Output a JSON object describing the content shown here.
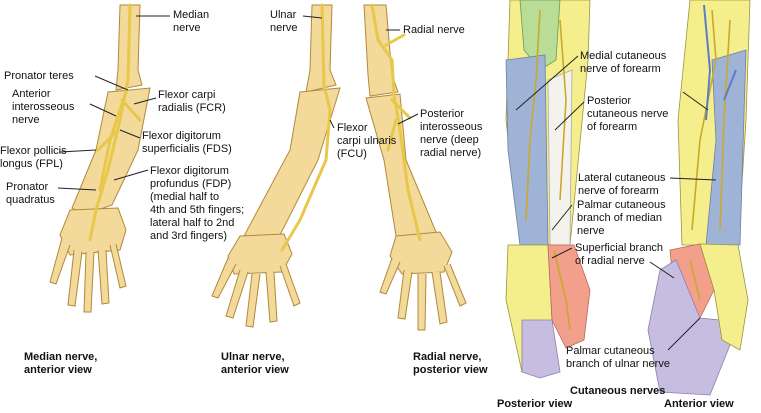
{
  "labels": {
    "median_nerve": "Median\nnerve",
    "pronator_teres": "Pronator teres",
    "anterior_interosseous": "Anterior\ninterosseous\nnerve",
    "fcr": "Flexor carpi\nradialis (FCR)",
    "fds": "Flexor digitorum\nsuperficialis (FDS)",
    "fpl": "Flexor pollicis\nlongus (FPL)",
    "pronator_quadratus": "Pronator\nquadratus",
    "fdp": "Flexor digitorum\nprofundus (FDP)\n(medial half to\n4th and 5th fingers;\nlateral half to 2nd\nand 3rd fingers)",
    "ulnar_nerve": "Ulnar\nnerve",
    "fcu": "Flexor\ncarpi ulnaris\n(FCU)",
    "radial_nerve": "Radial nerve",
    "posterior_interosseous": "Posterior\ninterosseous\nnerve (deep\nradial nerve)",
    "medial_cutaneous": "Medial cutaneous\nnerve of forearm",
    "posterior_cutaneous": "Posterior\ncutaneous nerve\nof forearm",
    "lateral_cutaneous": "Lateral cutaneous\nnerve of forearm",
    "palmar_median": "Palmar cutaneous\nbranch of median\nnerve",
    "superficial_radial": "Superficial branch\nof radial nerve",
    "palmar_ulnar": "Palmar cutaneous\nbranch of ulnar nerve"
  },
  "captions": {
    "median": "Median nerve,\nanterior view",
    "ulnar": "Ulnar nerve,\nanterior view",
    "radial": "Radial nerve,\nposterior view",
    "cutaneous": "Cutaneous nerves",
    "posterior_view": "Posterior view",
    "anterior_view": "Anterior view"
  },
  "colors": {
    "bone": "#f3d99a",
    "bone_edge": "#b08a3a",
    "nerve": "#e8c84a",
    "nerve_edge": "#8a6d1a",
    "cartilage": "#cfe6f0",
    "skin_yellow": "#f5ee8c",
    "skin_blue": "#9fb3d6",
    "skin_green": "#b9dc96",
    "skin_white": "#f4f2ec",
    "skin_pink": "#f2a08c",
    "skin_purple": "#c7bde0",
    "line": "#222222"
  }
}
